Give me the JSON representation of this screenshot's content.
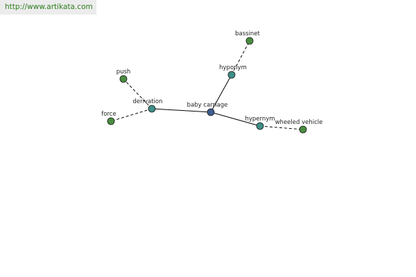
{
  "watermark": {
    "text": "http://www.artikata.com"
  },
  "colors": {
    "center": "#3e5d8f",
    "relation": "#3f8f87",
    "word": "#4a8d40",
    "edge": "#000000",
    "watermark_text": "#2e7d1f",
    "watermark_bg": "#ececec"
  },
  "graph": {
    "nodes": [
      {
        "id": "baby_carriage",
        "label": "baby carriage",
        "kind": "center"
      },
      {
        "id": "derivation",
        "label": "derivation",
        "kind": "relation"
      },
      {
        "id": "hyponym",
        "label": "hyponym",
        "kind": "relation"
      },
      {
        "id": "hypernym",
        "label": "hypernym",
        "kind": "relation"
      },
      {
        "id": "push",
        "label": "push",
        "kind": "word"
      },
      {
        "id": "force",
        "label": "force",
        "kind": "word"
      },
      {
        "id": "bassinet",
        "label": "bassinet",
        "kind": "word"
      },
      {
        "id": "wheeled_vehicle",
        "label": "wheeled vehicle",
        "kind": "word"
      }
    ],
    "edges": [
      {
        "from": "baby_carriage",
        "to": "derivation",
        "style": "solid"
      },
      {
        "from": "baby_carriage",
        "to": "hyponym",
        "style": "solid"
      },
      {
        "from": "baby_carriage",
        "to": "hypernym",
        "style": "solid"
      },
      {
        "from": "derivation",
        "to": "push",
        "style": "dashed"
      },
      {
        "from": "derivation",
        "to": "force",
        "style": "dashed"
      },
      {
        "from": "hyponym",
        "to": "bassinet",
        "style": "dashed"
      },
      {
        "from": "hypernym",
        "to": "wheeled_vehicle",
        "style": "dashed"
      }
    ]
  }
}
